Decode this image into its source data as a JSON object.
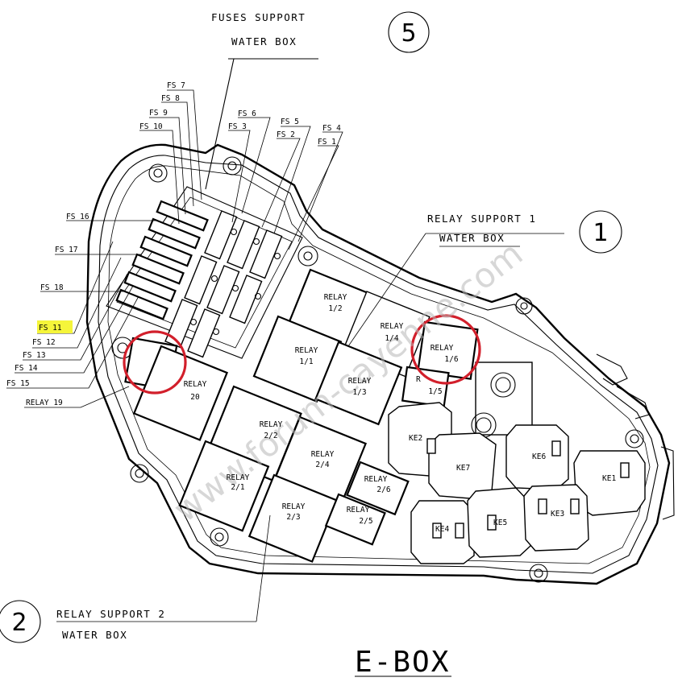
{
  "title": "E-BOX",
  "circled_numbers": [
    "5",
    "1",
    "2"
  ],
  "headers": {
    "fuses_support_1": "FUSES SUPPORT",
    "fuses_support_2": "WATER BOX",
    "relay_support_1_a": "RELAY SUPPORT 1",
    "relay_support_1_b": "WATER BOX",
    "relay_support_2_a": "RELAY SUPPORT 2",
    "relay_support_2_b": "WATER BOX"
  },
  "fuses": {
    "fs1": "FS 1",
    "fs2": "FS 2",
    "fs3": "FS 3",
    "fs4": "FS 4",
    "fs5": "FS 5",
    "fs6": "FS 6",
    "fs7": "FS 7",
    "fs8": "FS 8",
    "fs9": "FS 9",
    "fs10": "FS 10",
    "fs11": "FS 11",
    "fs12": "FS 12",
    "fs13": "FS 13",
    "fs14": "FS 14",
    "fs15": "FS 15",
    "fs16": "FS 16",
    "fs17": "FS 17",
    "fs18": "FS 18"
  },
  "relays": {
    "relay19": "RELAY 19",
    "relay_word": "RELAY",
    "r1_2": "1/2",
    "r1_4": "1/4",
    "r1_1": "1/1",
    "r1_3": "1/3",
    "r1_5": "1/5",
    "r1_6": "1/6",
    "r20": "20",
    "r2_2": "2/2",
    "r2_4": "2/4",
    "r2_1": "2/1",
    "r2_3": "2/3",
    "r2_6": "2/6",
    "r2_5": "2/5"
  },
  "ke": [
    "KE2",
    "KE7",
    "KE6",
    "KE1",
    "KE4",
    "KE5",
    "KE3"
  ],
  "watermark": "www.forum-cayenne.com",
  "colors": {
    "highlight": "#f5f53a",
    "circle_marker": "#d21f2b"
  }
}
